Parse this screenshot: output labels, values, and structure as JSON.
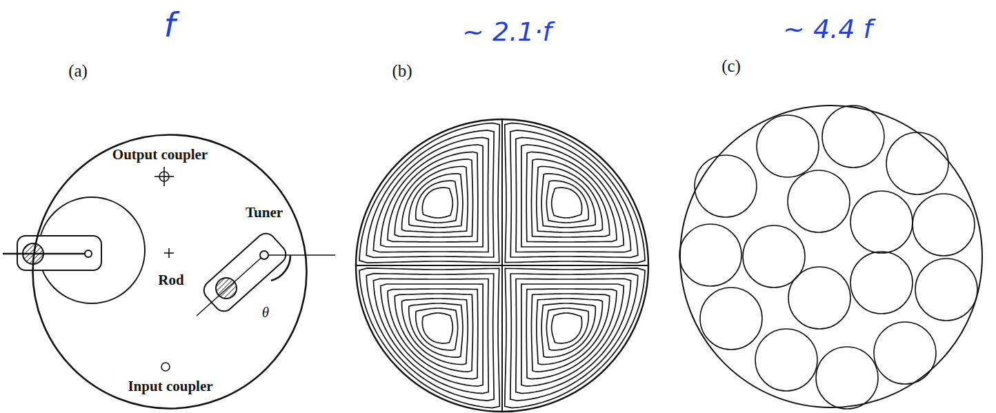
{
  "diagram": {
    "nodes": [
      {
        "text": [
          "Output coupler",
          "Tuner",
          "Rod",
          "θ",
          "Input coupler"
        ]
      }
    ],
    "labels": [
      "f",
      "~ 2.1·f",
      "~ 4.4 f",
      "(a)",
      "(b)",
      "(c)"
    ]
  }
}
